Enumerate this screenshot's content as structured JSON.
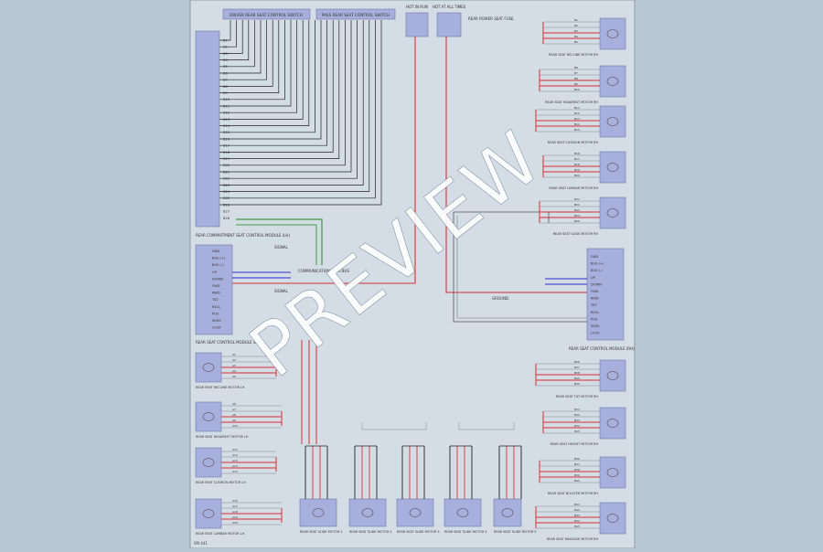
{
  "sheet_id": "SM 441",
  "watermark": "PREVIEW",
  "header_switch_labels": {
    "left_group": "DRIVER REAR SEAT CONTROL SWITCH",
    "right_group": "PASS REAR SEAT CONTROL SWITCH",
    "fuse_a": "HOT IN RUN",
    "fuse_b": "HOT AT ALL TIMES",
    "fuse_note": "REAR POWER SEAT FUSE"
  },
  "left_module": {
    "title": "REAR COMPARTMENT SEAT CONTROL MODULE (LH)",
    "pins": [
      "B1",
      "B2",
      "B3",
      "B4",
      "B5",
      "B6",
      "B7",
      "B8",
      "B9",
      "B10",
      "B11",
      "B12",
      "B13",
      "B14",
      "B15",
      "B16",
      "B17",
      "B18",
      "B19",
      "B20",
      "B21",
      "B22",
      "B23",
      "B24",
      "B25",
      "B26",
      "B27",
      "B28"
    ]
  },
  "left_lower_module": {
    "title": "REAR SEAT CONTROL MODULE (LH)",
    "pins": [
      "GND",
      "BUS (+)",
      "BUS (-)",
      "UP",
      "DOWN",
      "FWD",
      "RWD",
      "TILT",
      "RECL",
      "POS",
      "SENS",
      "LOCK"
    ]
  },
  "right_lower_module": {
    "title": "REAR SEAT CONTROL MODULE (RH)",
    "pins": [
      "GND",
      "BUS (+)",
      "BUS (-)",
      "UP",
      "DOWN",
      "FWD",
      "RWD",
      "TILT",
      "RECL",
      "POS",
      "SENS",
      "LOCK"
    ]
  },
  "center_labels": {
    "comm": "COMMUNICATION DATA BUS",
    "sig_a": "SIGNAL",
    "sig_b": "SIGNAL",
    "gnd": "GROUND"
  },
  "motors_left": [
    "REAR SEAT RECLINE MOTOR LH",
    "REAR SEAT HEADREST MOTOR LH",
    "REAR SEAT CUSHION MOTOR LH",
    "REAR SEAT LUMBAR MOTOR LH"
  ],
  "motors_right": [
    "REAR SEAT RECLINE MOTOR RH",
    "REAR SEAT HEADREST MOTOR RH",
    "REAR SEAT CUSHION MOTOR RH",
    "REAR SEAT LUMBAR MOTOR RH",
    "REAR SEAT SLIDE MOTOR RH",
    "REAR SEAT TILT MOTOR RH",
    "REAR SEAT HEIGHT MOTOR RH",
    "REAR SEAT BOLSTER MOTOR RH",
    "REAR SEAT MASSAGE MOTOR RH"
  ],
  "motors_bottom": [
    "REAR SEAT SLIDE MOTOR 1",
    "REAR SEAT SLIDE MOTOR 2",
    "REAR SEAT SLIDE MOTOR 3",
    "REAR SEAT SLIDE MOTOR 4",
    "REAR SEAT SLIDE MOTOR 5"
  ],
  "colors": {
    "background": "#b9c7d3",
    "sheet": "#d4dde5",
    "module": "#a7b0dc",
    "wire_black": "#222222",
    "wire_red": "#d9302e",
    "wire_green": "#3f9a3f",
    "wire_blue": "#2a2ad0",
    "wire_gray": "#9aa3ab",
    "watermark": "#ffffff"
  }
}
